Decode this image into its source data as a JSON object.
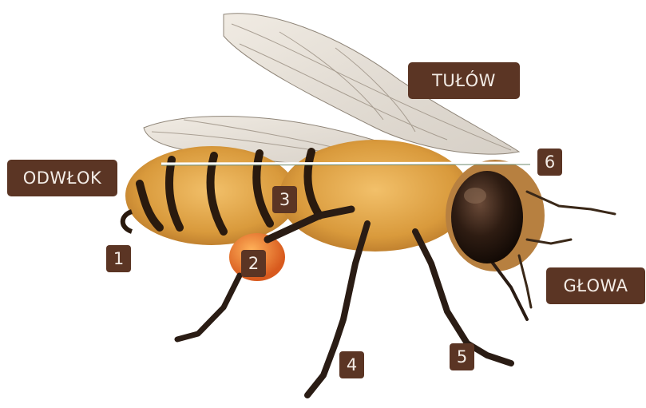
{
  "labels": {
    "thorax": "TUŁÓW",
    "abdomen": "ODWŁOK",
    "head": "GŁOWA"
  },
  "markers": [
    "1",
    "2",
    "3",
    "4",
    "5",
    "6"
  ],
  "colors": {
    "label_bg": "#5b3524",
    "label_text": "#f3ece6",
    "divider_line": "#ffffff",
    "body_fur": "#e0a040",
    "stripe": "#2a1a0e",
    "eye": "#2a1a12",
    "pollen": "#e8742a"
  }
}
